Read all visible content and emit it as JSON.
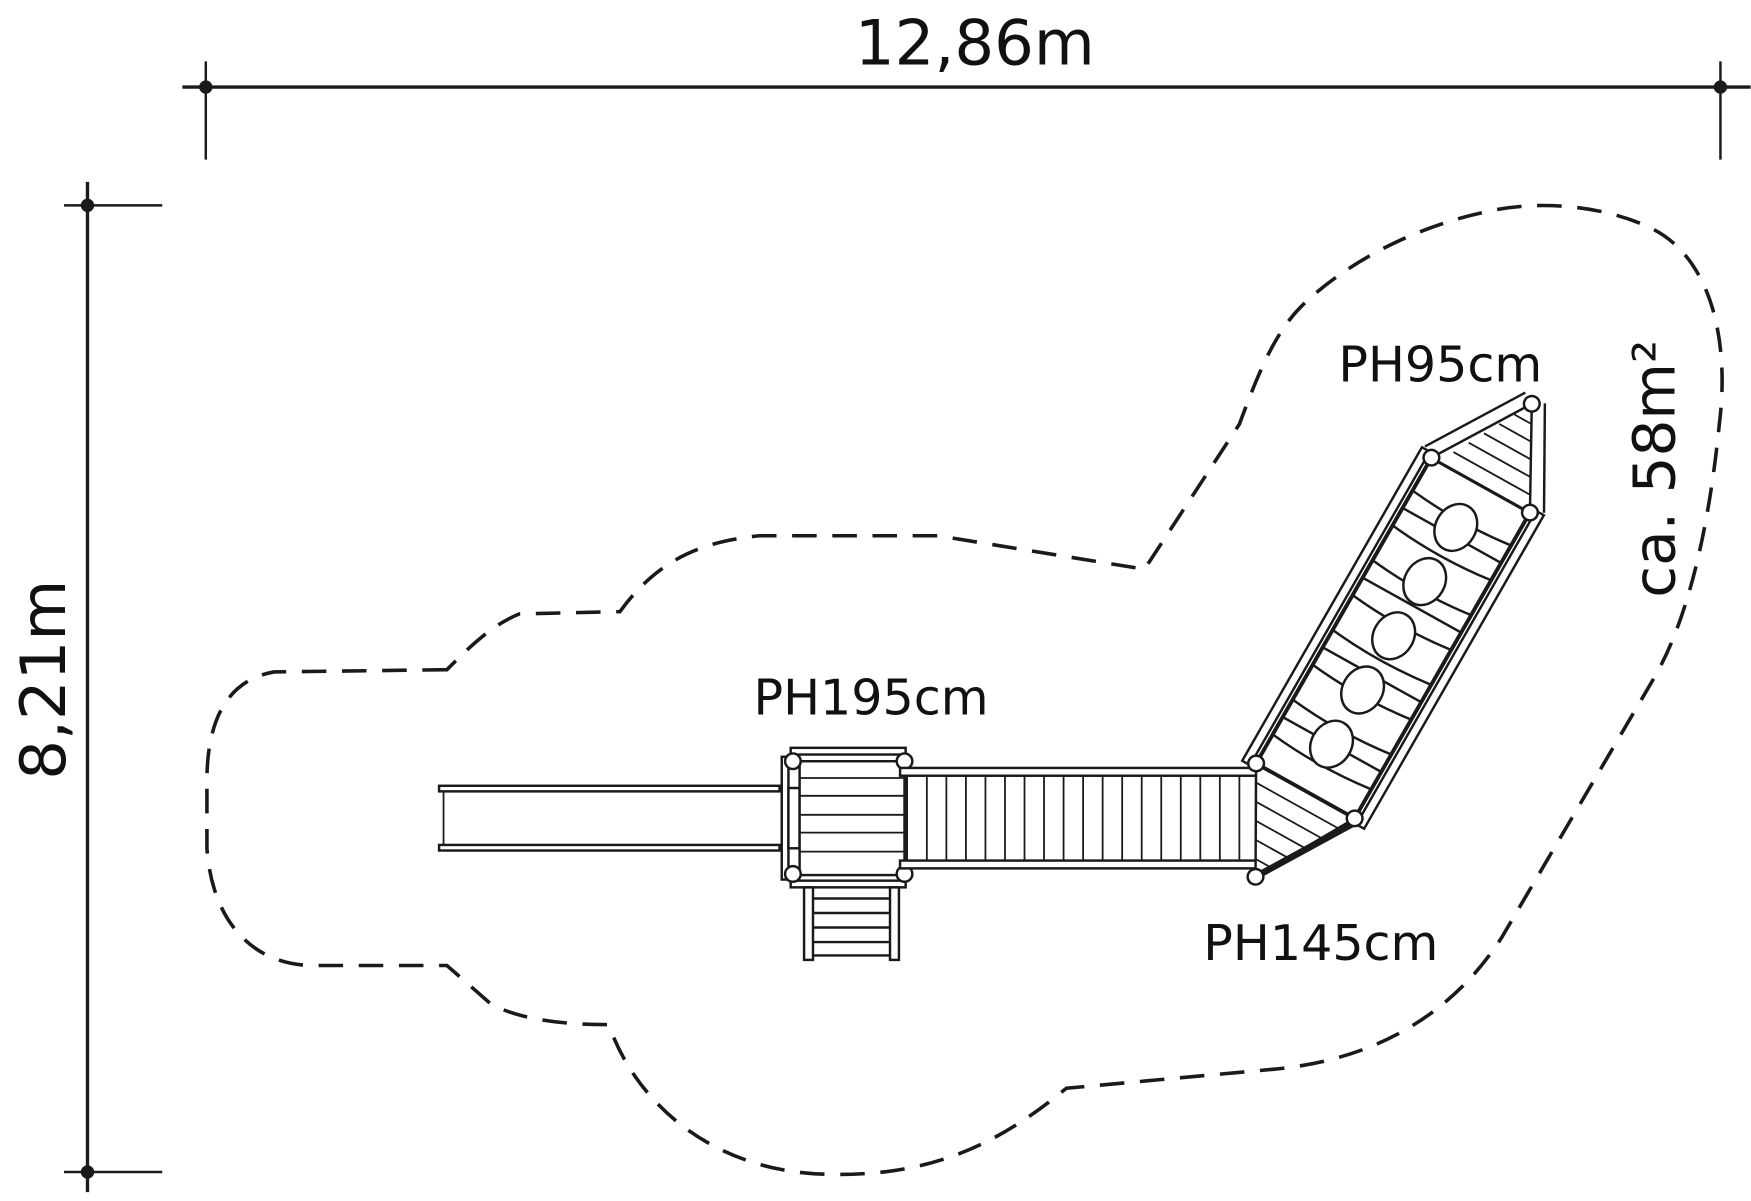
{
  "dimensions": {
    "width_label": "12,86m",
    "depth_label": "8,21m"
  },
  "area_label": "ca. 58m²",
  "platform_heights": {
    "tower": "PH195cm",
    "corner": "PH145cm",
    "top": "PH95cm"
  },
  "colors": {
    "line": "#1a1a1a",
    "background": "#ffffff"
  }
}
